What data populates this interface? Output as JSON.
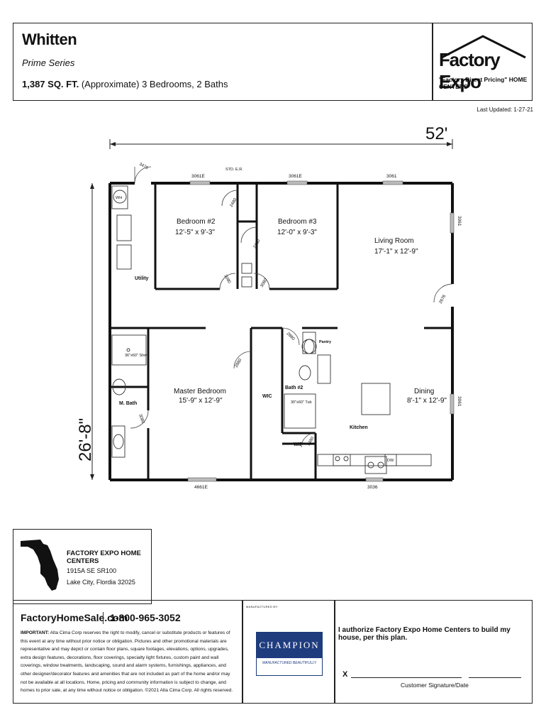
{
  "header": {
    "model_name": "Whitten",
    "series": "Prime Series",
    "sqft_bold": "1,387 SQ. FT.",
    "sqft_rest": " (Approximate) 3 Bedrooms, 2 Baths",
    "logo_name": "Factory Expo",
    "logo_tagline": "\"Factory Direct Pricing\" HOME CENTERS",
    "last_updated": "Last Updated: 1-27-21"
  },
  "floorplan": {
    "width_dim": "52'",
    "depth_dim": "26'-8\"",
    "rooms": {
      "bedroom2": {
        "name": "Bedroom #2",
        "size": "12'-5\" x 9'-3\""
      },
      "bedroom3": {
        "name": "Bedroom #3",
        "size": "12'-0\" x 9'-3\""
      },
      "living": {
        "name": "Living Room",
        "size": "17'-1\" x 12'-9\""
      },
      "master": {
        "name": "Master Bedroom",
        "size": "15'-9\" x 12'-9\""
      },
      "dining": {
        "name": "Dining",
        "size": "8'-1\" x 12'-9\""
      },
      "utility": "Utility",
      "mbath": "M. Bath",
      "wic": "WIC",
      "wip": "WIP",
      "bath2": "Bath #2",
      "kitchen": "Kitchen",
      "pantry": "Pantry"
    },
    "windows": [
      "3061E",
      "3061E",
      "3061",
      "3061",
      "3061",
      "4661E",
      "3036"
    ],
    "labels": {
      "std_er": "STD. E.R.",
      "wh": "WH",
      "shower": "36\"x60\" Shwr.",
      "tub": "30\"x60\" Tub",
      "dw": "DW"
    },
    "doors": [
      "3476",
      "2480",
      "2480",
      "3080",
      "3080",
      "2880",
      "2880",
      "3080",
      "2480",
      "2676"
    ]
  },
  "dealer": {
    "name": "FACTORY EXPO HOME CENTERS",
    "address1": "1915A SE SR100",
    "address2": "Lake City, Flordia 32025"
  },
  "footer": {
    "website": "FactoryHomeSale.com",
    "phone": "1-800-965-3052",
    "important_label": "IMPORTANT:",
    "important_text": " Alta Cima Corp reserves the right to modify, cancel or substitute products or features of this event at any time without prior notice or obligation. Pictures and other promotional materials are representative and may depict or contain floor plans, square footages, elevations, options, upgrades, extra design features, decorations, floor coverings, specialty light fixtures, custom paint and wall coverings, window treatments, landscaping, sound and alarm systems, furnishings, appliances, and other designer/decorator features and amenities that are not included as part of the home and/or may not be available at all locations. Home, pricing and community information is subject to change, and homes to prior sale, at any time without notice or obligation. ©2021 Alta Cima Corp. All rights reserved.",
    "manufacturer_label": "MANUFACTURED BY:",
    "manufacturer_name": "CHAMPION",
    "manufacturer_tag": "MANUFACTURED BEAUTIFULLY",
    "authorize_text": "I authorize Factory Expo Home Centers to build my house, per this plan.",
    "x_mark": "X",
    "signature_caption": "Customer Signature/Date"
  }
}
